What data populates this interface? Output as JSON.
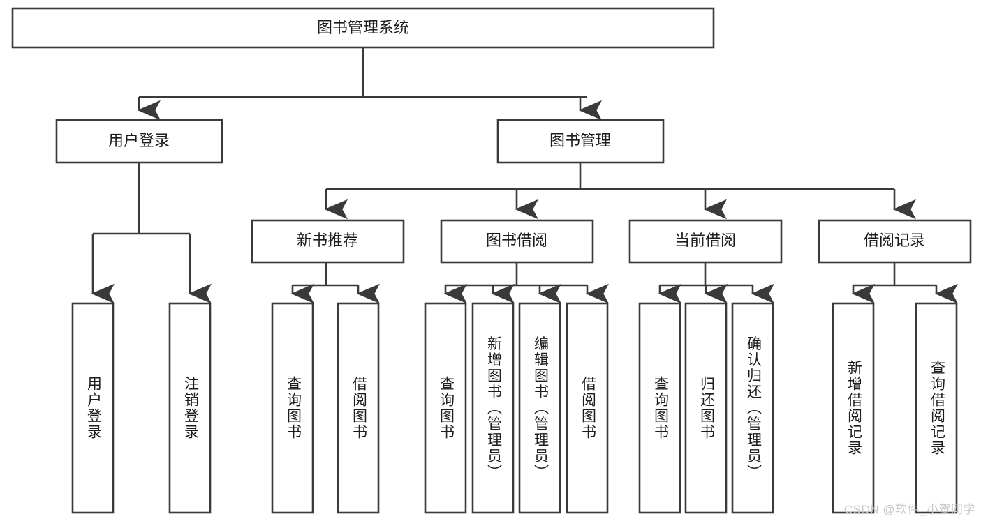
{
  "diagram": {
    "title": "图书管理系统",
    "watermark": "CSDN @软件_小贺同学",
    "levels": {
      "root": {
        "label": "图书管理系统"
      },
      "level2": [
        {
          "label": "用户登录"
        },
        {
          "label": "图书管理"
        }
      ],
      "level3": [
        {
          "label": "新书推荐"
        },
        {
          "label": "图书借阅"
        },
        {
          "label": "当前借阅"
        },
        {
          "label": "借阅记录"
        }
      ],
      "leaves": {
        "user_login": [
          {
            "label": "用户登录"
          },
          {
            "label": "注销登录"
          }
        ],
        "new_book": [
          {
            "label": "查询图书"
          },
          {
            "label": "借阅图书"
          }
        ],
        "book_borrow": [
          {
            "label": "查询图书"
          },
          {
            "label": "新增图书（管理员）"
          },
          {
            "label": "编辑图书（管理员）"
          },
          {
            "label": "借阅图书"
          }
        ],
        "current_borrow": [
          {
            "label": "查询图书"
          },
          {
            "label": "归还图书"
          },
          {
            "label": "确认归还（管理员）"
          }
        ],
        "borrow_record": [
          {
            "label": "新增借阅记录"
          },
          {
            "label": "查询借阅记录"
          }
        ]
      }
    },
    "colors": {
      "stroke": "#3a3a3a",
      "fill": "#ffffff",
      "text": "#1d1d1d",
      "watermark": "#c9c9c9"
    }
  }
}
